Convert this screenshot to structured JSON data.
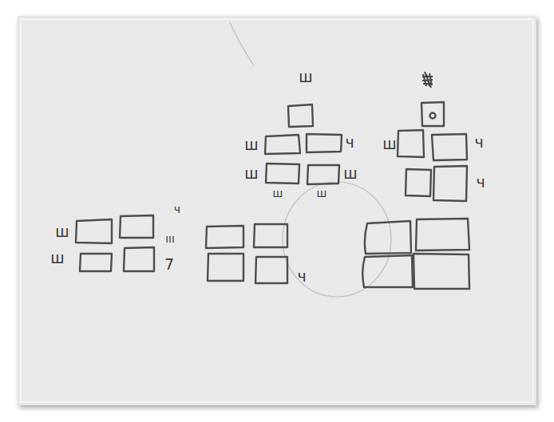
{
  "diagram": {
    "labels": [
      "ш",
      "ш",
      "ч",
      "ш",
      "ч",
      "ш",
      "ш",
      "ч",
      "ш",
      "ш",
      "ч",
      "ш",
      "ııı",
      "ш",
      "7",
      "ч"
    ]
  }
}
